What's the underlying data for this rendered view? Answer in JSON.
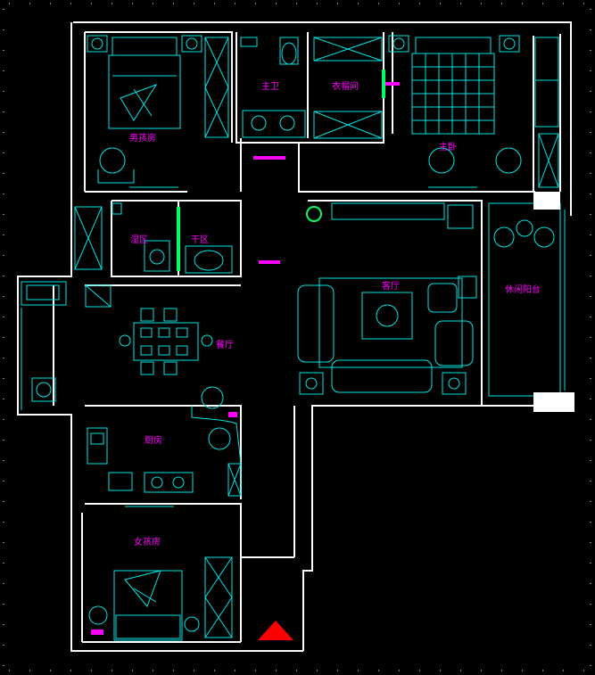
{
  "colors": {
    "background": "#000000",
    "wall": "#ffffff",
    "furniture": "#00e5e5",
    "label": "#ff00ff",
    "accent_green": "#00ff66",
    "entrance_marker": "#ff0000"
  },
  "rooms": {
    "boy_room": "男孩房",
    "master_bath": "主卫",
    "walk_in_closet": "衣帽间",
    "master_bedroom": "主卧",
    "wet_area": "湿区",
    "dry_area": "干区",
    "living_room": "客厅",
    "leisure_balcony": "休闲阳台",
    "dining_room": "餐厅",
    "kitchen": "厨房",
    "girl_room": "女孩房"
  },
  "icons": {
    "entrance": "red-triangle-entrance-icon",
    "plant": "green-plant-icon"
  }
}
